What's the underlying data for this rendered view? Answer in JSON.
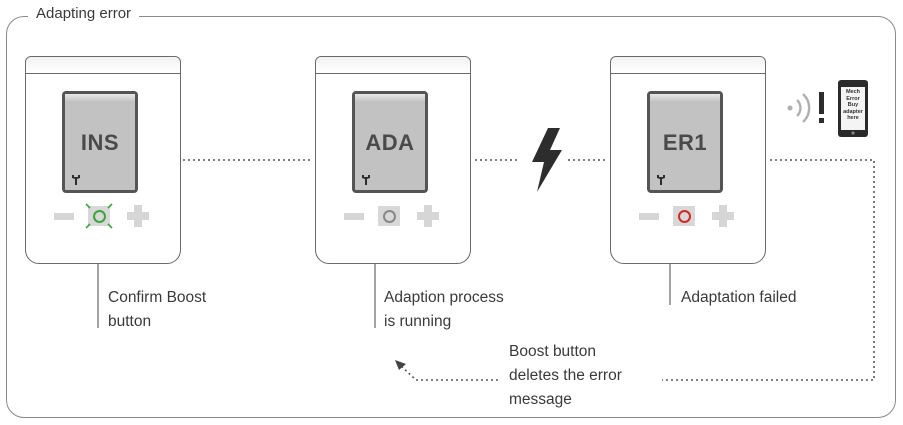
{
  "diagram": {
    "title": "Adapting error",
    "devices": [
      {
        "code": "INS",
        "boost_state": "active-green",
        "boost_color": "#3aa63a"
      },
      {
        "code": "ADA",
        "boost_state": "neutral",
        "boost_color": "#888888"
      },
      {
        "code": "ER1",
        "boost_state": "error-red",
        "boost_color": "#d22828"
      }
    ],
    "labels": {
      "confirm_line1": "Confirm Boost",
      "confirm_line2": "button",
      "adaption_line1": "Adaption process",
      "adaption_line2": "is running",
      "failed": "Adaptation failed",
      "boost_line1": "Boost button",
      "boost_line2": "deletes the error",
      "boost_line3": "message"
    },
    "phone_screen": {
      "line1": "Mech",
      "line2": "Error",
      "line3": "Buy",
      "line4": "adapter",
      "line5": "here"
    },
    "icons": [
      "wrench-icon",
      "lightning-icon",
      "signal-waves-icon",
      "exclamation-icon",
      "smartphone-icon"
    ]
  }
}
